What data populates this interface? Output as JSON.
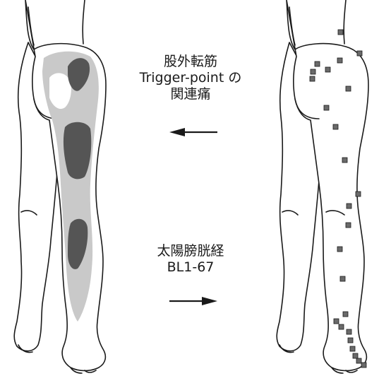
{
  "labels": {
    "top": [
      "股外転筋",
      "Trigger-point の",
      "関連痛"
    ],
    "bottom": [
      "太陽膀胱経",
      "BL1-67"
    ]
  },
  "colors": {
    "outline": "#1a1a1a",
    "referred_pain_light": "#c9c9c9",
    "trigger_zone_dark": "#555555",
    "acupoint": "#6a6a6a"
  },
  "arrows": {
    "top_direction": "left",
    "bottom_direction": "right"
  }
}
